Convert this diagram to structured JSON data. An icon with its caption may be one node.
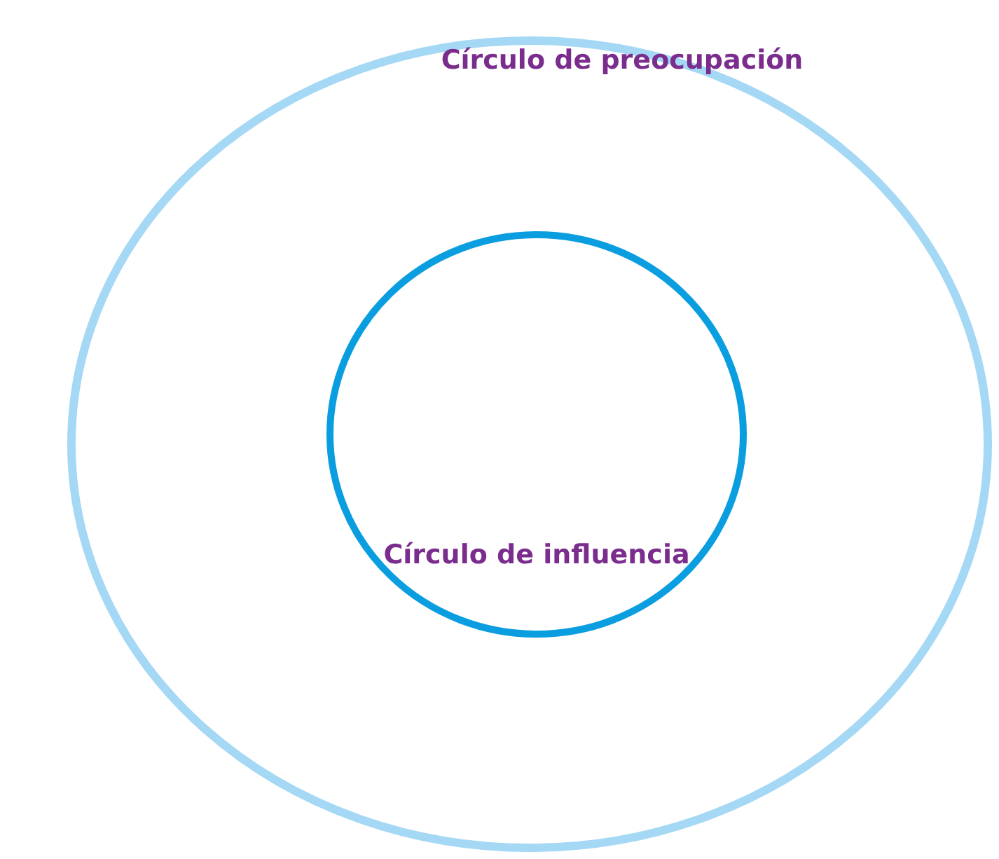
{
  "diagram": {
    "nodes": [
      {
        "text": [
          "Círculo de preocupación"
        ]
      },
      {
        "text": [
          "Círculo de influencia"
        ],
        "in": 0
      }
    ]
  }
}
